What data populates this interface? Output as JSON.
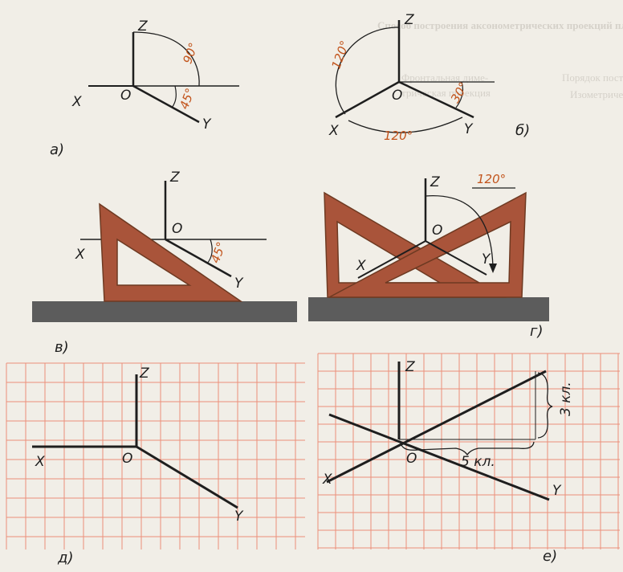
{
  "background_text": [
    "Способ построения аксонометрических проекций плоских фиг",
    "Фронтальная диме-",
    "трическая проекция",
    "Порядок построения",
    "Изометрическая"
  ],
  "colors": {
    "ink": "#1e1e1e",
    "annotation": "#c2541c",
    "ruler_wood": "#a9543a",
    "ruler_edge": "#6e3a22",
    "grid_line": "#ec8f7a",
    "ground": "#5c5c5c",
    "paper": "#f1eee7"
  },
  "panels": {
    "a": {
      "caption": "а)",
      "axis_labels": {
        "z": "Z",
        "x": "X",
        "o": "O",
        "y": "Y"
      },
      "angle_top": "90°",
      "angle_bottom": "45°"
    },
    "b": {
      "caption": "б)",
      "axis_labels": {
        "z": "Z",
        "x": "X",
        "o": "O",
        "y": "Y"
      },
      "angle_left": "120°",
      "angle_right": "30°",
      "angle_bottom": "120°"
    },
    "v": {
      "caption": "в)",
      "axis_labels": {
        "z": "Z",
        "x": "X",
        "o": "O",
        "y": "Y"
      },
      "angle": "45°"
    },
    "g": {
      "caption": "г)",
      "axis_labels": {
        "z": "Z",
        "x": "X",
        "o": "O",
        "y": "Y"
      },
      "angle": "120°"
    },
    "d": {
      "caption": "д)",
      "axis_labels": {
        "z": "Z",
        "x": "X",
        "o": "O",
        "y": "Y"
      }
    },
    "e": {
      "caption": "е)",
      "axis_labels": {
        "z": "Z",
        "x": "X",
        "o": "O",
        "y": "Y"
      },
      "dim_vertical": "3 кл.",
      "dim_horizontal": "5 кл."
    }
  }
}
